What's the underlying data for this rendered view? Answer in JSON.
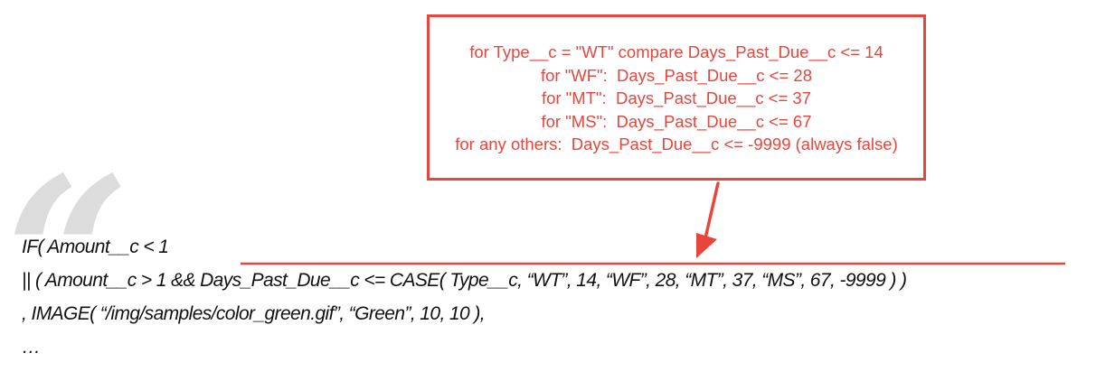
{
  "callout": {
    "lines": [
      "for Type__c = \"WT\" compare Days_Past_Due__c <= 14",
      "for \"WF\":  Days_Past_Due__c <= 28",
      "for \"MT\":  Days_Past_Due__c <= 37",
      "for \"MS\":  Days_Past_Due__c <= 67",
      "for any others:  Days_Past_Due__c <= -9999 (always false)"
    ]
  },
  "quote_mark": "“",
  "code": {
    "lines": [
      "IF( Amount__c < 1",
      "|| ( Amount__c > 1 && Days_Past_Due__c <= CASE( Type__c, “WT”, 14, “WF”, 28, “MT”, 37, “MS”, 67, -9999 ) )",
      ", IMAGE( “/img/samples/color_green.gif”, “Green”, 10, 10 ),",
      "…"
    ]
  },
  "colors": {
    "accent": "#e8453c",
    "code_text": "#111111",
    "quote_mark": "#dcdcdc"
  }
}
